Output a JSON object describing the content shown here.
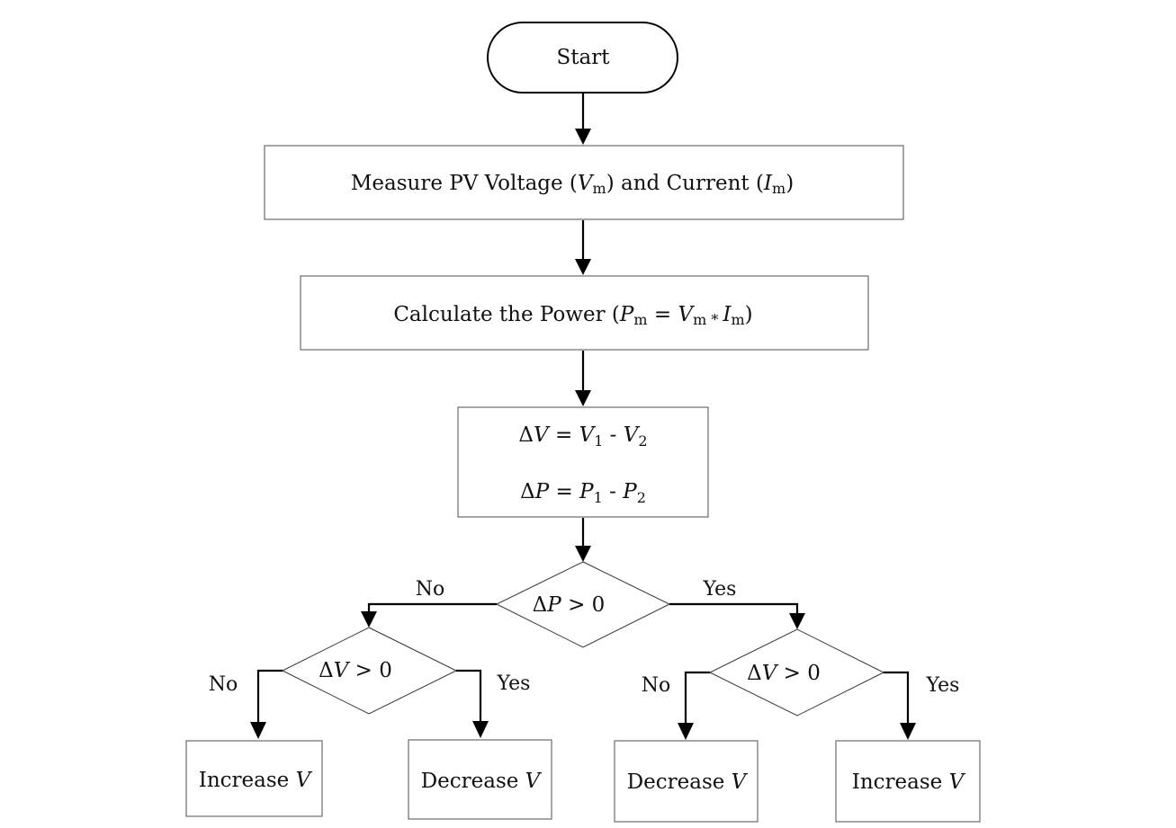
{
  "diagram": {
    "title": "MPPT Perturb and Observe Flowchart",
    "start": {
      "label": "Start"
    },
    "measure": {
      "prefix": "Measure PV Voltage (",
      "v": "V",
      "v_sub": "m",
      "mid": ") and Current (",
      "i": "I",
      "i_sub": "m",
      "suffix": ")"
    },
    "power": {
      "prefix": "Calculate the Power (",
      "p": "P",
      "p_sub": "m",
      "eq": " = ",
      "v": "V",
      "v_sub": "m",
      "times": " * ",
      "i": "I",
      "i_sub": "m",
      "suffix": ")"
    },
    "deltas": {
      "line1": {
        "d": "Δ",
        "v": "V",
        "eq": " = ",
        "v1": "V",
        "s1": "1",
        "minus": " - ",
        "v2": "V",
        "s2": "2"
      },
      "line2": {
        "d": "Δ",
        "p": "P",
        "eq": " = ",
        "p1": "P",
        "s1": "1",
        "minus": " - ",
        "p2": "P",
        "s2": "2"
      }
    },
    "decision_p": {
      "d": "Δ",
      "var": "P",
      "cond": " > 0",
      "no": "No",
      "yes": "Yes"
    },
    "decision_v_left": {
      "d": "Δ",
      "var": "V",
      "cond": " > 0",
      "no": "No",
      "yes": "Yes"
    },
    "decision_v_right": {
      "d": "Δ",
      "var": "V",
      "cond": " > 0",
      "no": "No",
      "yes": "Yes"
    },
    "outcomes": [
      {
        "text": "Increase ",
        "var": "V"
      },
      {
        "text": "Decrease ",
        "var": "V"
      },
      {
        "text": "Decrease ",
        "var": "V"
      },
      {
        "text": "Increase ",
        "var": "V"
      }
    ]
  }
}
